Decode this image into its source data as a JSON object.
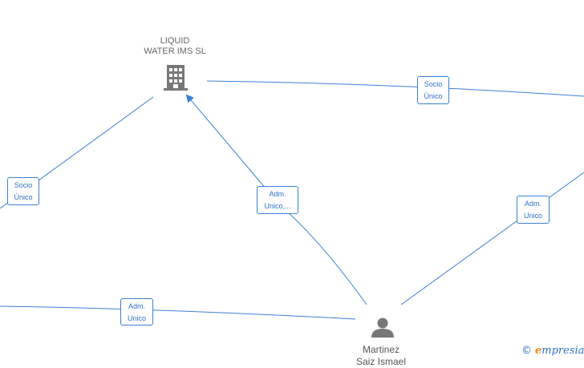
{
  "company": {
    "name_line1": "LIQUID",
    "name_line2": "WATER IMS  SL"
  },
  "person": {
    "name_line1": "Martinez",
    "name_line2": "Saiz Ismael"
  },
  "edges": {
    "top_right": {
      "line1": "Socio",
      "line2": "Único"
    },
    "left_upper": {
      "line1": "Socio",
      "line2": "Único"
    },
    "center": {
      "line1": "Adm.",
      "line2": "Unico,..."
    },
    "right": {
      "line1": "Adm.",
      "line2": "Unico"
    },
    "left_lower": {
      "line1": "Adm.",
      "line2": "Unico"
    }
  },
  "watermark": {
    "copyright": "©",
    "e": "e",
    "rest": "mpresia"
  },
  "colors": {
    "edge": "#3d7fd6",
    "label_text": "#2f6fc7",
    "node_icon": "#777777",
    "brand_e": "#f28c1c"
  },
  "icons": {
    "company": "building-icon",
    "person": "person-icon"
  }
}
